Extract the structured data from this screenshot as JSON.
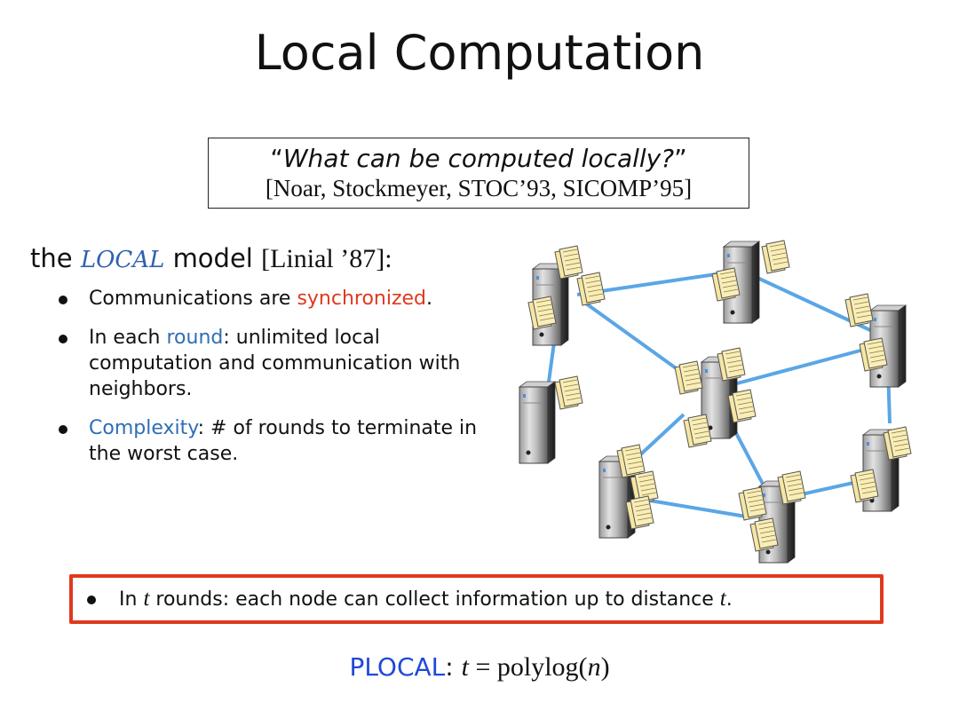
{
  "slide": {
    "title": "Local Computation",
    "quote": {
      "open": "“",
      "text": "What can be computed locally?",
      "close": "”",
      "reference": "[Noar, Stockmeyer, STOC’93, SICOMP’95]"
    },
    "model_line": {
      "prefix": "the",
      "local": "LOCAL",
      "suffix": "model",
      "citation": "[Linial ’87]:"
    },
    "bullets": [
      {
        "pre": "Communications are ",
        "highlight": "synchronized",
        "post": "."
      },
      {
        "pre": "In each ",
        "highlight": "round",
        "post": ":  unlimited local computation and communication with neighbors."
      },
      {
        "pre": "",
        "highlight": "Complexity",
        "post": ":  # of rounds to terminate in the worst case."
      }
    ],
    "callout": {
      "pre": "In ",
      "var1": "t",
      "mid": " rounds:  each node can collect information up to distance ",
      "var2": "t",
      "post": "."
    },
    "plocal": {
      "label": "PLOCAL",
      "colon": ":  ",
      "t": "t",
      "eq": " = polylog(",
      "n": "n",
      "close": ")"
    },
    "colors": {
      "red": "#e0391e",
      "blue": "#2f6db5",
      "plocal_blue": "#1f49d8",
      "edge_blue": "#5aa6e6",
      "paper": "#f6e6a2"
    },
    "icons": [
      "server-tower-icon",
      "document-stack-icon"
    ]
  }
}
